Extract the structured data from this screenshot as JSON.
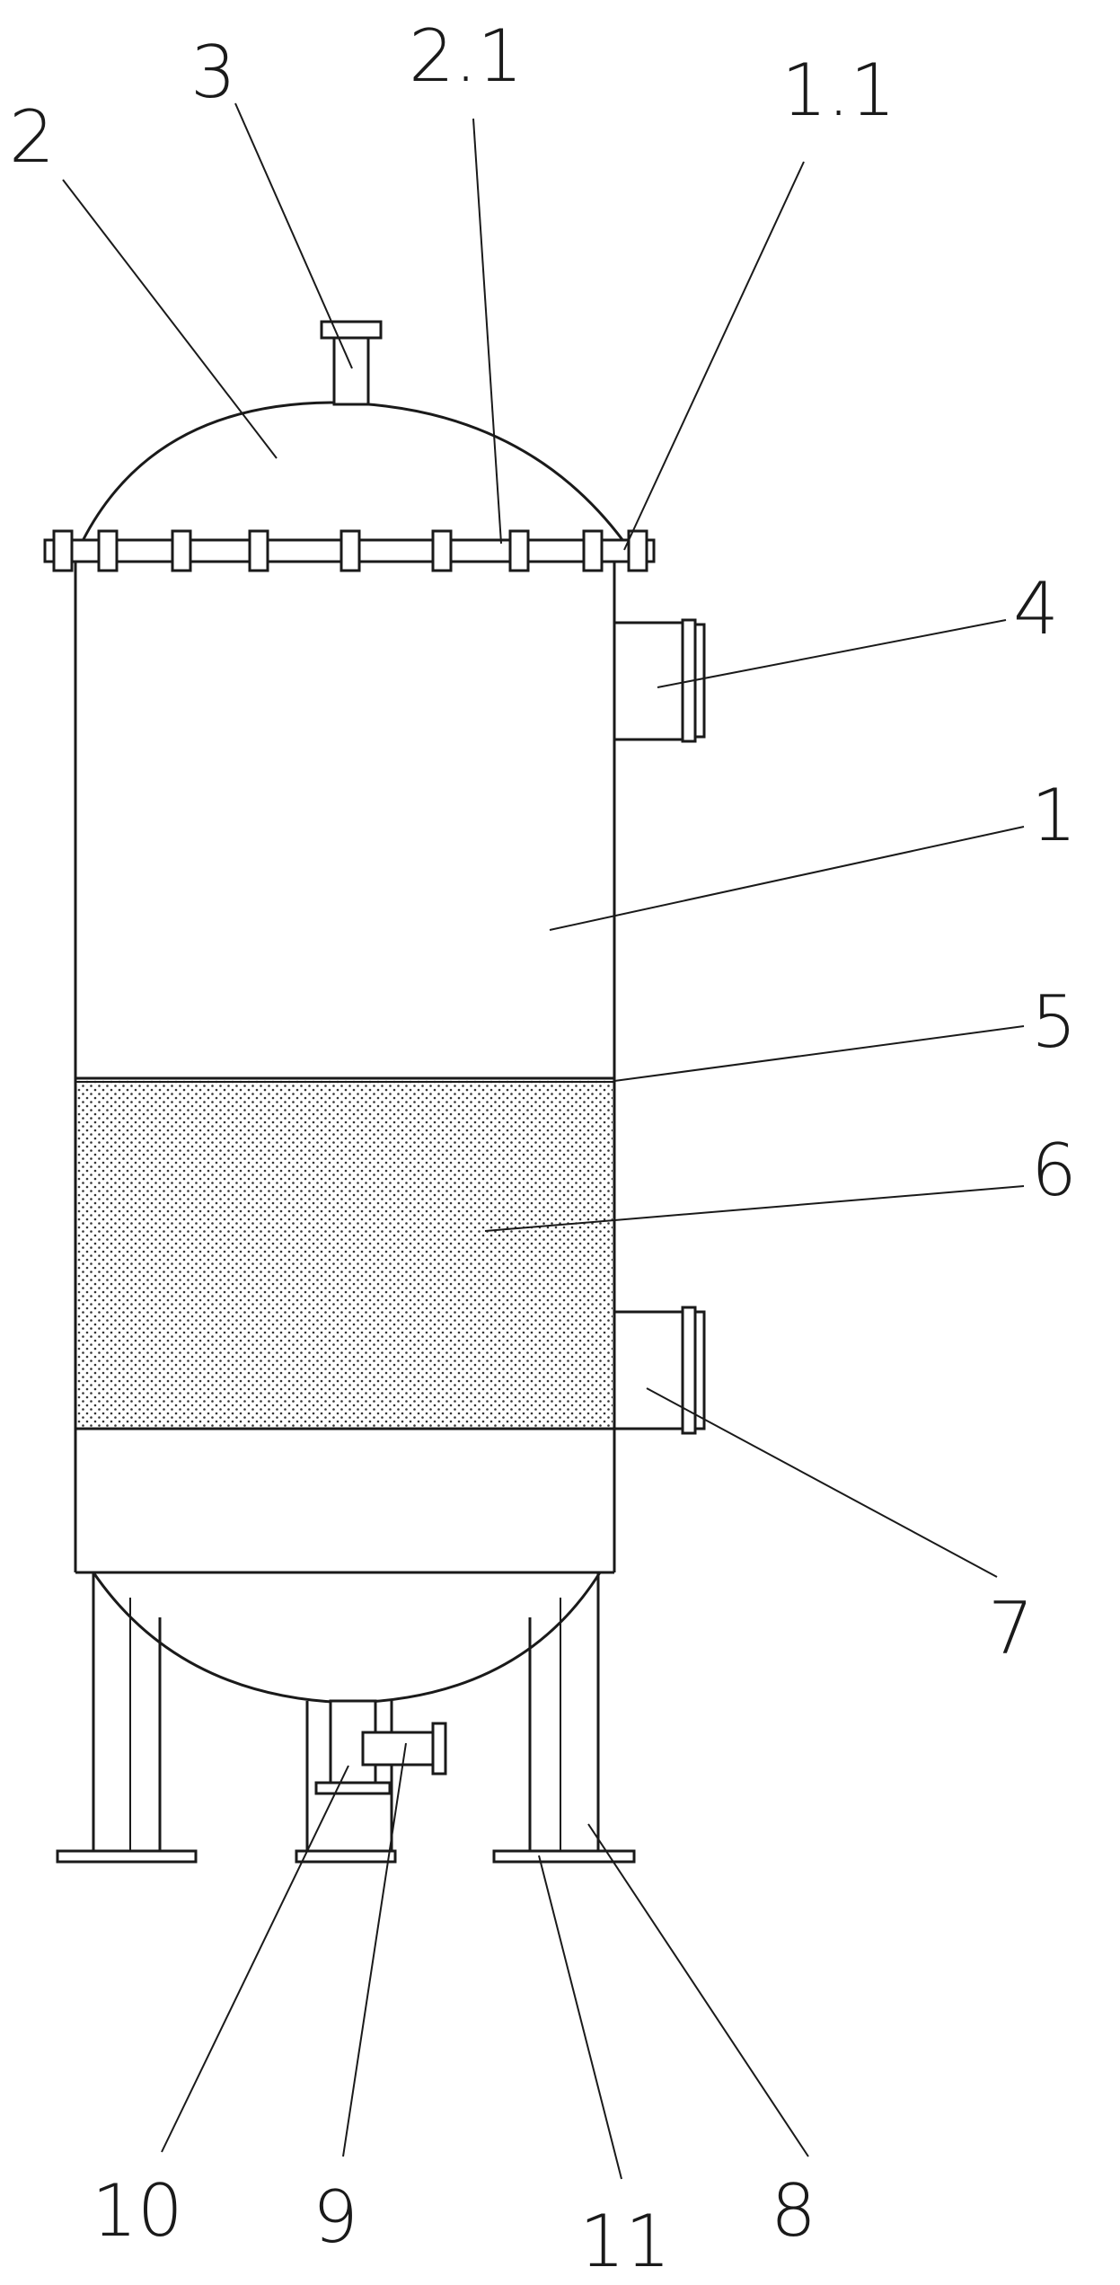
{
  "diagram": {
    "callouts": [
      {
        "id": "2",
        "text": "2"
      },
      {
        "id": "3",
        "text": "3"
      },
      {
        "id": "2.1",
        "text": "2.1"
      },
      {
        "id": "1.1",
        "text": "1.1"
      },
      {
        "id": "4",
        "text": "4"
      },
      {
        "id": "1",
        "text": "1"
      },
      {
        "id": "5",
        "text": "5"
      },
      {
        "id": "6",
        "text": "6"
      },
      {
        "id": "7",
        "text": "7"
      },
      {
        "id": "10",
        "text": "10"
      },
      {
        "id": "9",
        "text": "9"
      },
      {
        "id": "11",
        "text": "11"
      },
      {
        "id": "8",
        "text": "8"
      }
    ]
  }
}
